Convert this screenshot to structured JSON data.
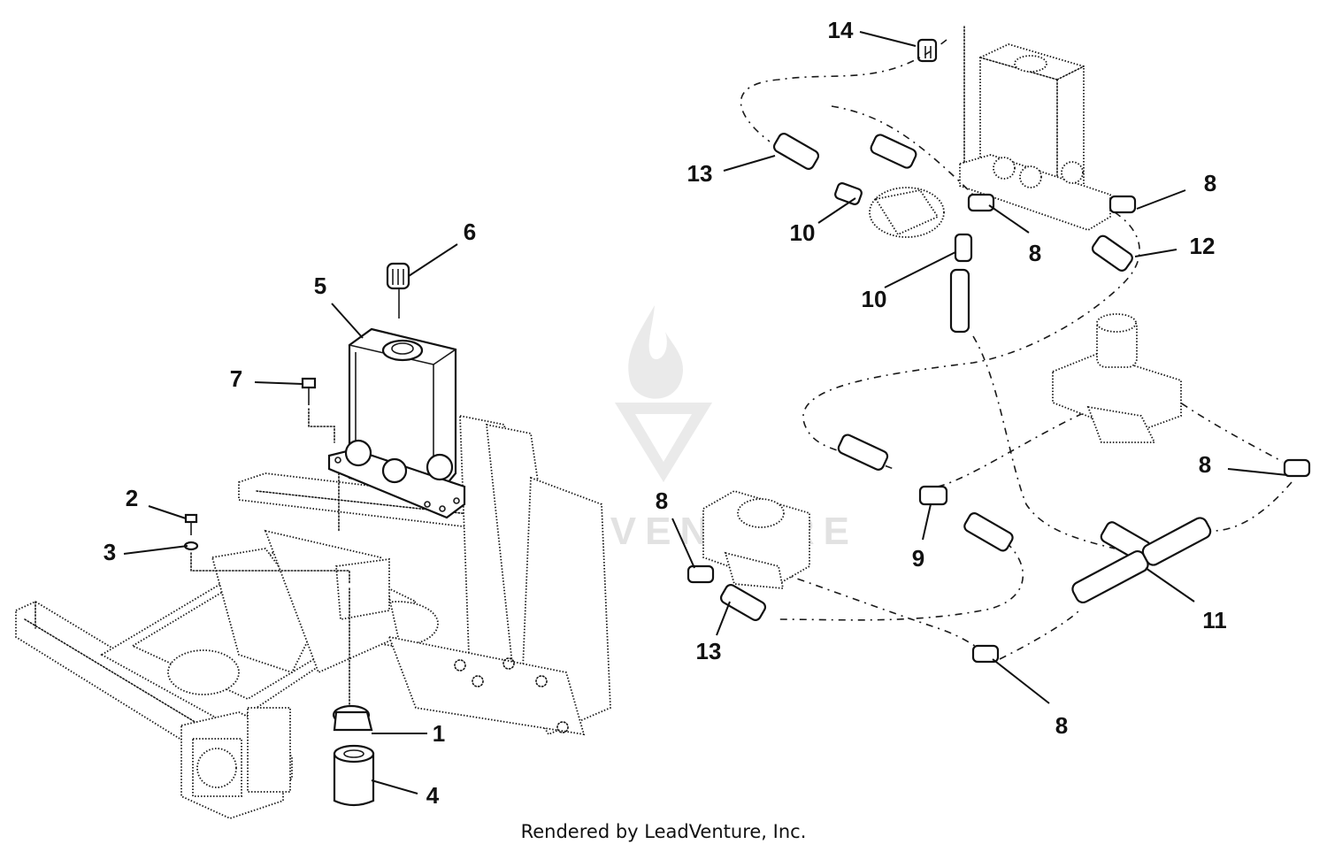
{
  "watermark": "LEADVENTURE",
  "footer": "Rendered by LeadVenture, Inc.",
  "callouts": [
    {
      "id": "c1",
      "label": "1"
    },
    {
      "id": "c2",
      "label": "2"
    },
    {
      "id": "c3",
      "label": "3"
    },
    {
      "id": "c4",
      "label": "4"
    },
    {
      "id": "c5",
      "label": "5"
    },
    {
      "id": "c6",
      "label": "6"
    },
    {
      "id": "c7",
      "label": "7"
    },
    {
      "id": "c8a",
      "label": "8"
    },
    {
      "id": "c8b",
      "label": "8"
    },
    {
      "id": "c8c",
      "label": "8"
    },
    {
      "id": "c8d",
      "label": "8"
    },
    {
      "id": "c8e",
      "label": "8"
    },
    {
      "id": "c9",
      "label": "9"
    },
    {
      "id": "c10a",
      "label": "10"
    },
    {
      "id": "c10b",
      "label": "10"
    },
    {
      "id": "c11",
      "label": "11"
    },
    {
      "id": "c12",
      "label": "12"
    },
    {
      "id": "c13a",
      "label": "13"
    },
    {
      "id": "c13b",
      "label": "13"
    },
    {
      "id": "c14",
      "label": "14"
    }
  ]
}
